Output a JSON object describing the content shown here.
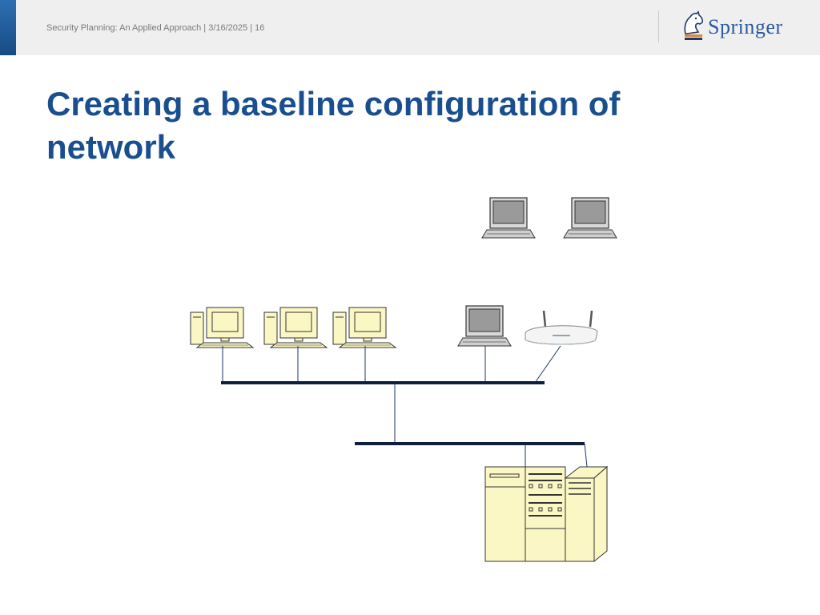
{
  "header": {
    "footer_text": "Security Planning: An Applied Approach | 3/16/2025 | 16",
    "logo_text": "Springer"
  },
  "slide": {
    "title": "Creating a baseline configuration of network"
  },
  "colors": {
    "title": "#1a4f8f",
    "accent": "#1f5fa3",
    "device_fill": "#fbf7c4",
    "bus_line": "#0d1f3c"
  },
  "icons": [
    "workstation-icon",
    "laptop-icon",
    "wireless-router-icon",
    "server-icon",
    "springer-horse-logo"
  ]
}
